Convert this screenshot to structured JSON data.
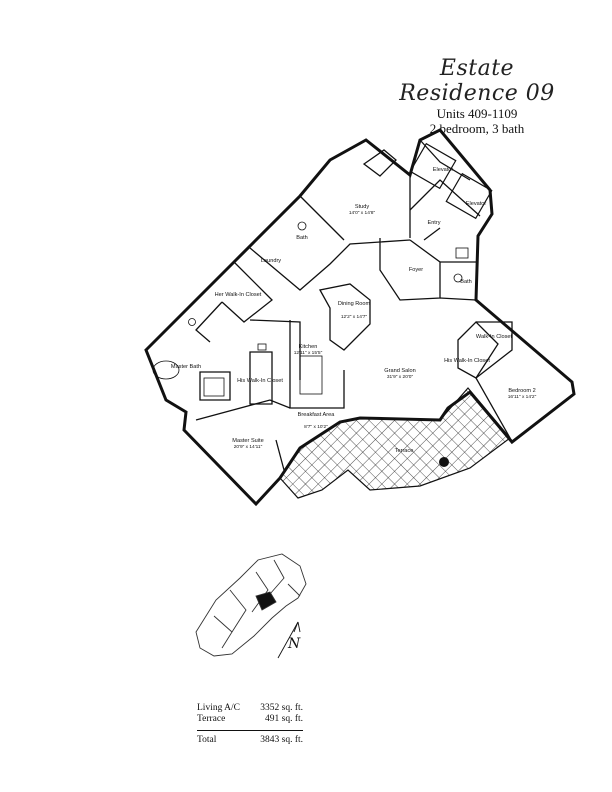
{
  "header": {
    "title": "Estate Residence 09",
    "units": "Units 409-1109",
    "bedrooms": "2 bedroom, 3 bath"
  },
  "rooms": {
    "elevator_1": "Elevator",
    "elevator_2": "Elevator",
    "entry": "Entry",
    "foyer": "Foyer",
    "bath_upper": "Bath",
    "bath_right": "Bath",
    "study": "Study",
    "study_dim": "14'0\" x 14'8\"",
    "laundry": "Laundry",
    "her_closet": "Her Walk-In Closet",
    "dining": "Dining Room",
    "dining_dim": "12'2\" x 14'7\"",
    "kitchen": "Kitchen",
    "kitchen_dim": "12'11\" x 15'5\"",
    "master_bath": "Master Bath",
    "his_closet_left": "His Walk-In Closet",
    "grand_salon": "Grand Salon",
    "grand_salon_dim": "31'9\" x 20'0\"",
    "breakfast": "Breakfast Area",
    "breakfast_dim": "8'7\" x 10'2\"",
    "master_suite": "Master Suite",
    "master_suite_dim": "20'9\" x 14'11\"",
    "terrace": "Terrace",
    "bedroom2": "Bedroom 2",
    "bedroom2_dim": "16'11\" x 14'2\"",
    "his_closet_right": "His Walk-In Closet",
    "bed2_closet": "Walk-In Closet"
  },
  "compass_label": "N",
  "stats": {
    "living_label": "Living A/C",
    "living_value": "3352 sq. ft.",
    "terrace_label": "Terrace",
    "terrace_value": "491 sq. ft.",
    "total_label": "Total",
    "total_value": "3843 sq. ft."
  }
}
